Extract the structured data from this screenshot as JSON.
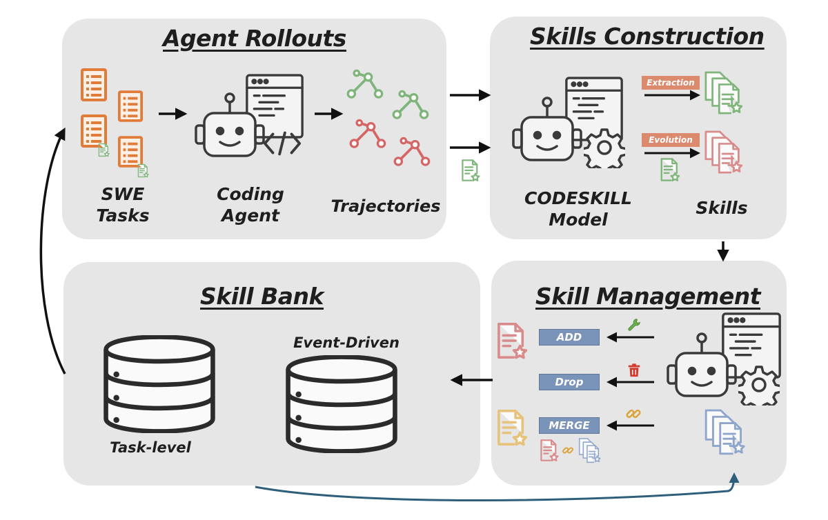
{
  "panels": {
    "agent_rollouts": {
      "title": "Agent Rollouts",
      "labels": {
        "swe_tasks": [
          "SWE",
          "Tasks"
        ],
        "coding_agent": [
          "Coding",
          "Agent"
        ],
        "trajectories": "Trajectories"
      }
    },
    "skills_construction": {
      "title": "Skills Construction",
      "labels": {
        "model": [
          "CODESKILL",
          "Model"
        ],
        "skills": "Skills",
        "extraction": "Extraction",
        "evolution": "Evolution"
      }
    },
    "skill_management": {
      "title": "Skill Management",
      "labels": {
        "add": "ADD",
        "drop": "Drop",
        "merge": "MERGE"
      }
    },
    "skill_bank": {
      "title": "Skill Bank",
      "labels": {
        "task_level": "Task-level",
        "event_driven": "Event-Driven"
      }
    }
  },
  "colors": {
    "panel_bg": "#e6e6e6",
    "task_orange": "#e07b3a",
    "traj_green": "#7fb57a",
    "traj_red": "#d56666",
    "doc_pink": "#d98a8a",
    "doc_yellow": "#e6c27a",
    "doc_blue": "#8fa6cc",
    "chip_orange": "#dc8a6e",
    "chip_blue": "#7a93b8",
    "loop_arrow": "#2e5f7a",
    "icon_dark": "#3a3a3a"
  },
  "icons": [
    "task-list-icon",
    "robot-icon",
    "code-window-icon",
    "trajectory-icon",
    "gear-icon",
    "skill-document-icon",
    "wrench-icon",
    "trash-icon",
    "link-icon",
    "database-icon",
    "arrow-icon"
  ]
}
